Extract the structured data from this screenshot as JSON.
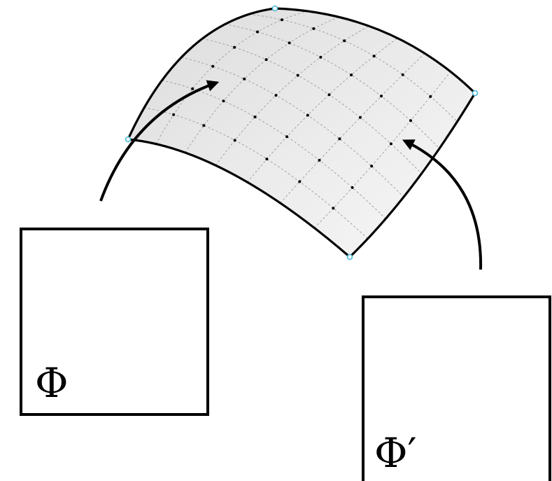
{
  "diagram": {
    "labels": {
      "chart_left": "Φ",
      "chart_right": "Φ′"
    },
    "colors": {
      "outline": "#000000",
      "surface_fill": "#ececec",
      "grid_line": "#9a9a9a",
      "grid_point": "#000000",
      "corner_marker": "#4ab8d8"
    },
    "surface": {
      "grid_divisions_u": 7,
      "grid_divisions_v": 7
    }
  }
}
